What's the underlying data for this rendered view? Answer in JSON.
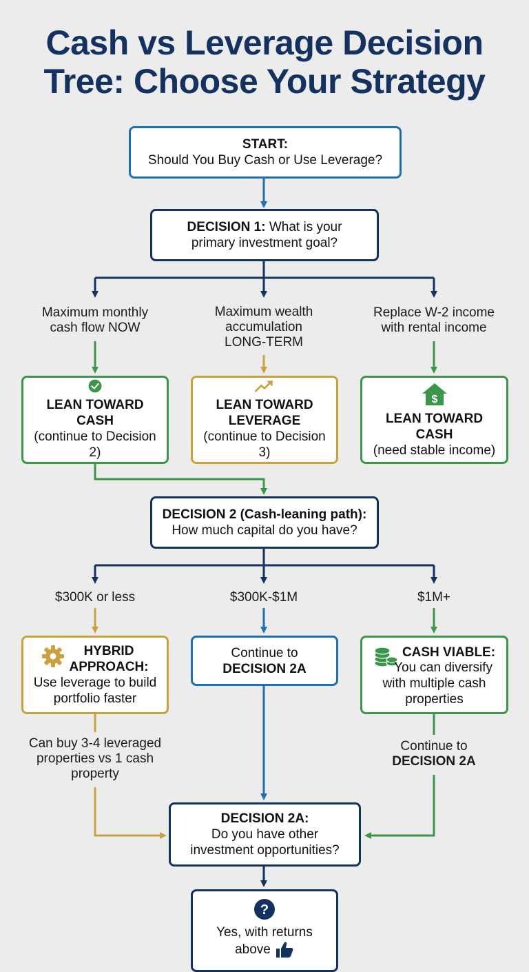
{
  "title": {
    "line1": "Cash vs Leverage Decision",
    "line2": "Tree: Choose Your Strategy"
  },
  "start": {
    "heading": "START:",
    "text": "Should You Buy Cash or Use Leverage?"
  },
  "decision1": {
    "heading": "DECISION 1:",
    "text_a": "What is your",
    "text_b": "primary investment goal?"
  },
  "goals": [
    {
      "label_a": "Maximum monthly",
      "label_b": "cash flow NOW",
      "label_c": ""
    },
    {
      "label_a": "Maximum wealth",
      "label_b": "accumulation",
      "label_c": "LONG-TERM"
    },
    {
      "label_a": "Replace W-2 income",
      "label_b": "with rental income",
      "label_c": ""
    }
  ],
  "outcomes1": [
    {
      "icon": "check-circle-icon",
      "line1": "LEAN TOWARD",
      "line2": "CASH",
      "note": "(continue to Decision 2)"
    },
    {
      "icon": "trend-up-icon",
      "line1": "LEAN TOWARD",
      "line2": "LEVERAGE",
      "note": "(continue to Decision 3)"
    },
    {
      "icon": "house-dollar-icon",
      "line1": "LEAN TOWARD",
      "line2": "CASH",
      "note": "(need stable income)"
    }
  ],
  "decision2": {
    "heading": "DECISION 2 (Cash-leaning path):",
    "text": "How much capital do you have?"
  },
  "capital": [
    "$300K or less",
    "$300K-$1M",
    "$1M+"
  ],
  "outcomes2": {
    "hybrid": {
      "icon": "gear-icon",
      "h1": "HYBRID",
      "h2": "APPROACH:",
      "t1": "Use leverage to build",
      "t2": "portfolio faster"
    },
    "middle": {
      "t1": "Continue to",
      "t2": "DECISION 2A"
    },
    "cash": {
      "icon": "coins-icon",
      "h": "CASH VIABLE:",
      "t1": "You can diversify",
      "t2": "with multiple cash",
      "t3": "properties"
    }
  },
  "hybrid_note": {
    "l1": "Can buy 3-4 leveraged",
    "l2": "properties vs 1 cash",
    "l3": "property"
  },
  "cash_note": {
    "l1": "Continue to",
    "l2": "DECISION 2A"
  },
  "decision2a": {
    "heading": "DECISION 2A:",
    "t1": "Do you have other",
    "t2": "investment opportunities?"
  },
  "final": {
    "icon": "question-circle-icon",
    "t1": "Yes, with returns",
    "t2": "above",
    "icon2": "thumbs-up-icon"
  },
  "colors": {
    "navy": "#14325f",
    "blue": "#1f6fb3",
    "green": "#3a9648",
    "gold": "#c9a23e"
  }
}
